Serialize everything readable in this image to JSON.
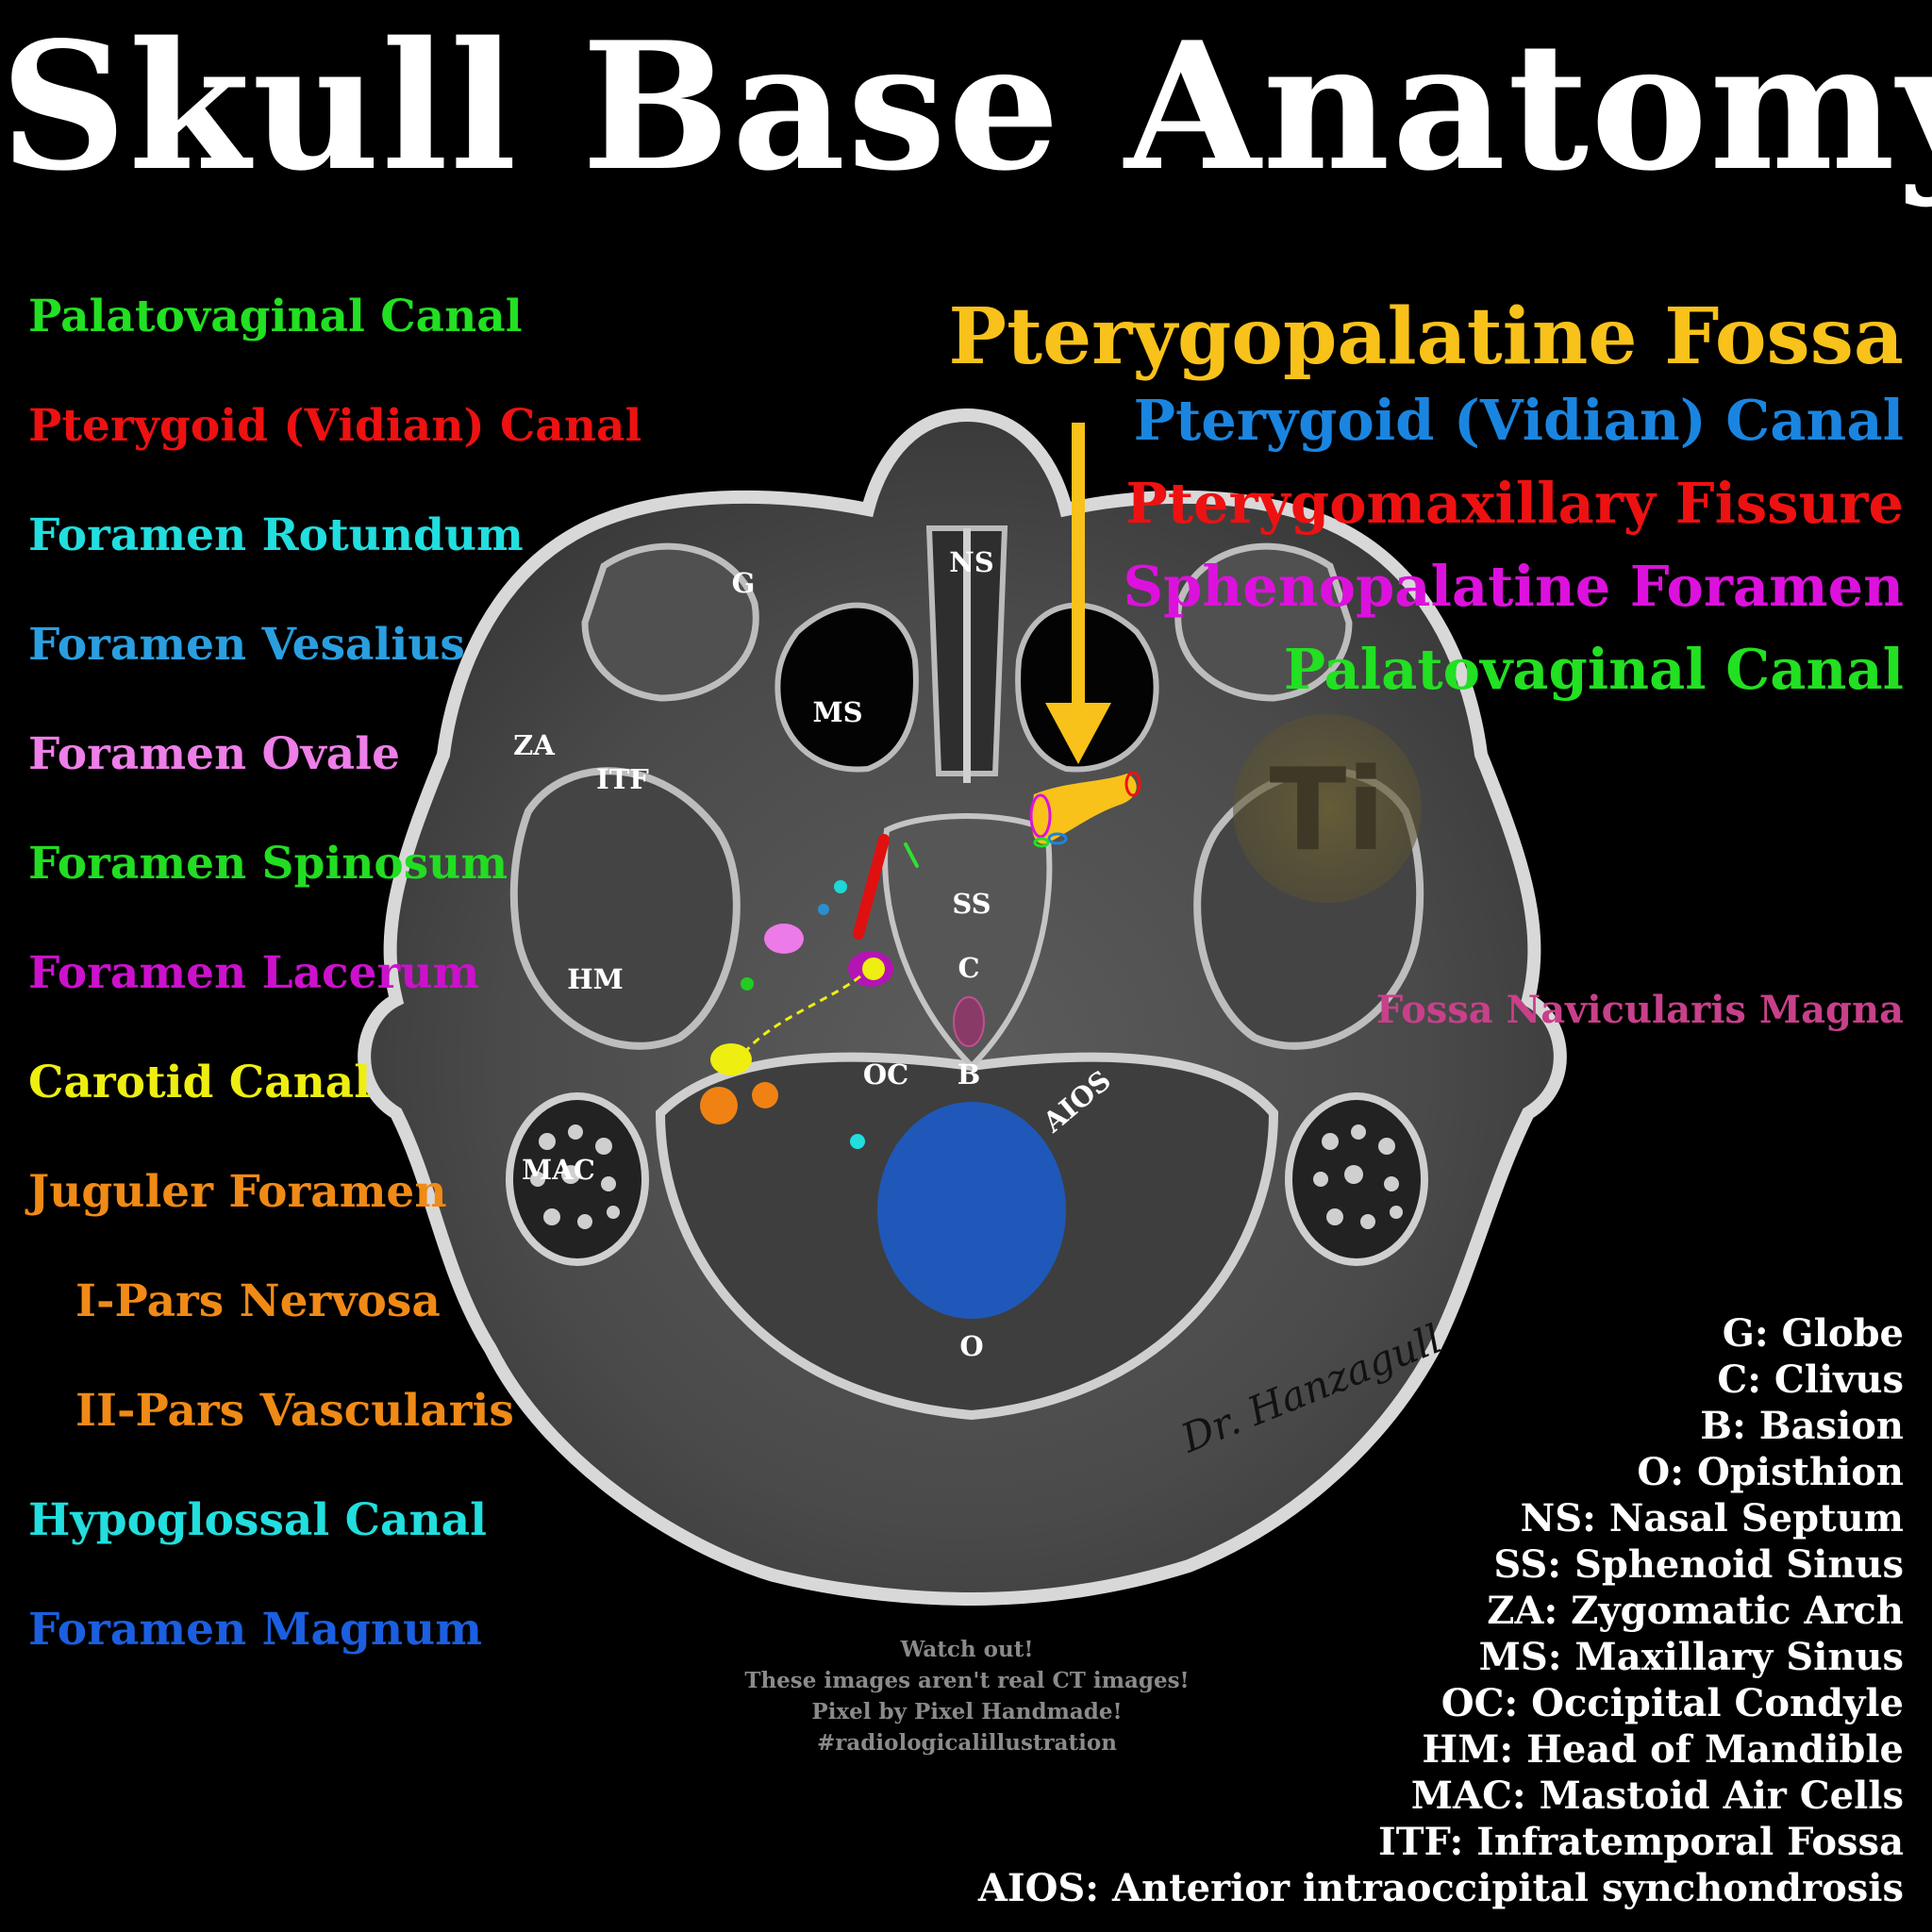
{
  "title": "Skull Base Anatomy",
  "left_legend": [
    {
      "label": "Palatovaginal Canal",
      "color": "#22e022"
    },
    {
      "label": "Pterygoid (Vidian) Canal",
      "color": "#ee1111"
    },
    {
      "label": "Foramen Rotundum",
      "color": "#22dede"
    },
    {
      "label": "Foramen Vesalius",
      "color": "#2a9fe0"
    },
    {
      "label": "Foramen Ovale",
      "color": "#ee7ee8"
    },
    {
      "label": "Foramen Spinosum",
      "color": "#22dd22"
    },
    {
      "label": "Foramen Lacerum",
      "color": "#cc11cc"
    },
    {
      "label": "Carotid Canal",
      "color": "#eeee11"
    },
    {
      "label": "Juguler Foramen",
      "color": "#f08a16"
    },
    {
      "label": "I-Pars Nervosa",
      "color": "#f08a16"
    },
    {
      "label": "II-Pars Vascularis",
      "color": "#f08a16"
    },
    {
      "label": "Hypoglossal Canal",
      "color": "#22dede"
    },
    {
      "label": "Foramen Magnum",
      "color": "#1b5fe0"
    }
  ],
  "pterygopalatine": {
    "title": "Pterygopalatine Fossa",
    "title_color": "#f8c21a",
    "items": [
      {
        "label": "Pterygoid (Vidian) Canal",
        "color": "#1a85e0"
      },
      {
        "label": "Pterygomaxillary Fissure",
        "color": "#ee1111"
      },
      {
        "label": "Sphenopalatine Foramen",
        "color": "#dd11dd"
      },
      {
        "label": "Palatovaginal Canal",
        "color": "#22e022"
      }
    ]
  },
  "fossa_navicularis": {
    "label": "Fossa Navicularis Magna",
    "color": "#c8408a"
  },
  "abbreviations": [
    "G: Globe",
    "C: Clivus",
    "B: Basion",
    "O: Opisthion",
    "NS: Nasal Septum",
    "SS: Sphenoid Sinus",
    "ZA: Zygomatic Arch",
    "MS: Maxillary Sinus",
    "OC: Occipital Condyle",
    "HM: Head of Mandible",
    "MAC: Mastoid Air Cells",
    "ITF: Infratemporal Fossa",
    "AIOS: Anterior intraoccipital synchondrosis"
  ],
  "structure_labels": {
    "G": "G",
    "NS": "NS",
    "MS": "MS",
    "ZA": "ZA",
    "ITF": "ITF",
    "SS": "SS",
    "C": "C",
    "HM": "HM",
    "OC": "OC",
    "B": "B",
    "AIOS": "AIOS",
    "MAC": "MAC",
    "O": "O"
  },
  "warning_lines": [
    "Watch out!",
    "These images aren't real CT images!",
    "Pixel by Pixel Handmade!",
    "#radiologicalillustration"
  ],
  "watermark_text": "Ti",
  "signature_text": "Dr. Hanzagull"
}
